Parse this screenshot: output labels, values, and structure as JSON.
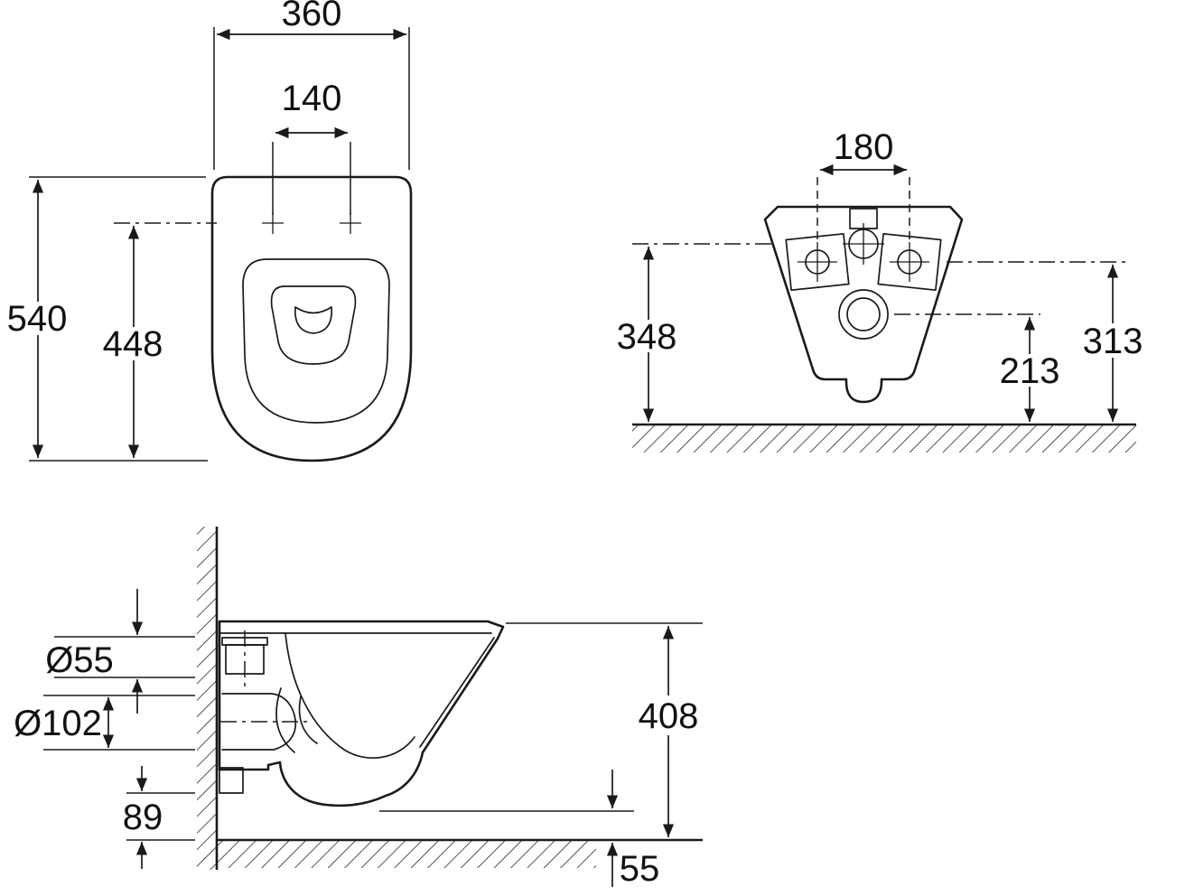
{
  "page": {
    "background": "#ffffff",
    "line_color": "#1a1a1a"
  },
  "drawing": {
    "views": {
      "top": {
        "dimensions": {
          "overall_width": "360",
          "seat_fixing_spacing": "140",
          "overall_depth": "540",
          "fixing_to_front": "448"
        }
      },
      "rear": {
        "dimensions": {
          "fixing_bolt_spacing": "180",
          "water_inlet_height": "348",
          "outlet_height": "213",
          "fixing_height": "313"
        }
      },
      "side": {
        "dimensions": {
          "inlet_diameter": "Ø55",
          "outlet_diameter": "Ø102",
          "underside_to_floor": "89",
          "rim_height": "408",
          "bowl_bottom_clearance": "55"
        }
      }
    }
  }
}
